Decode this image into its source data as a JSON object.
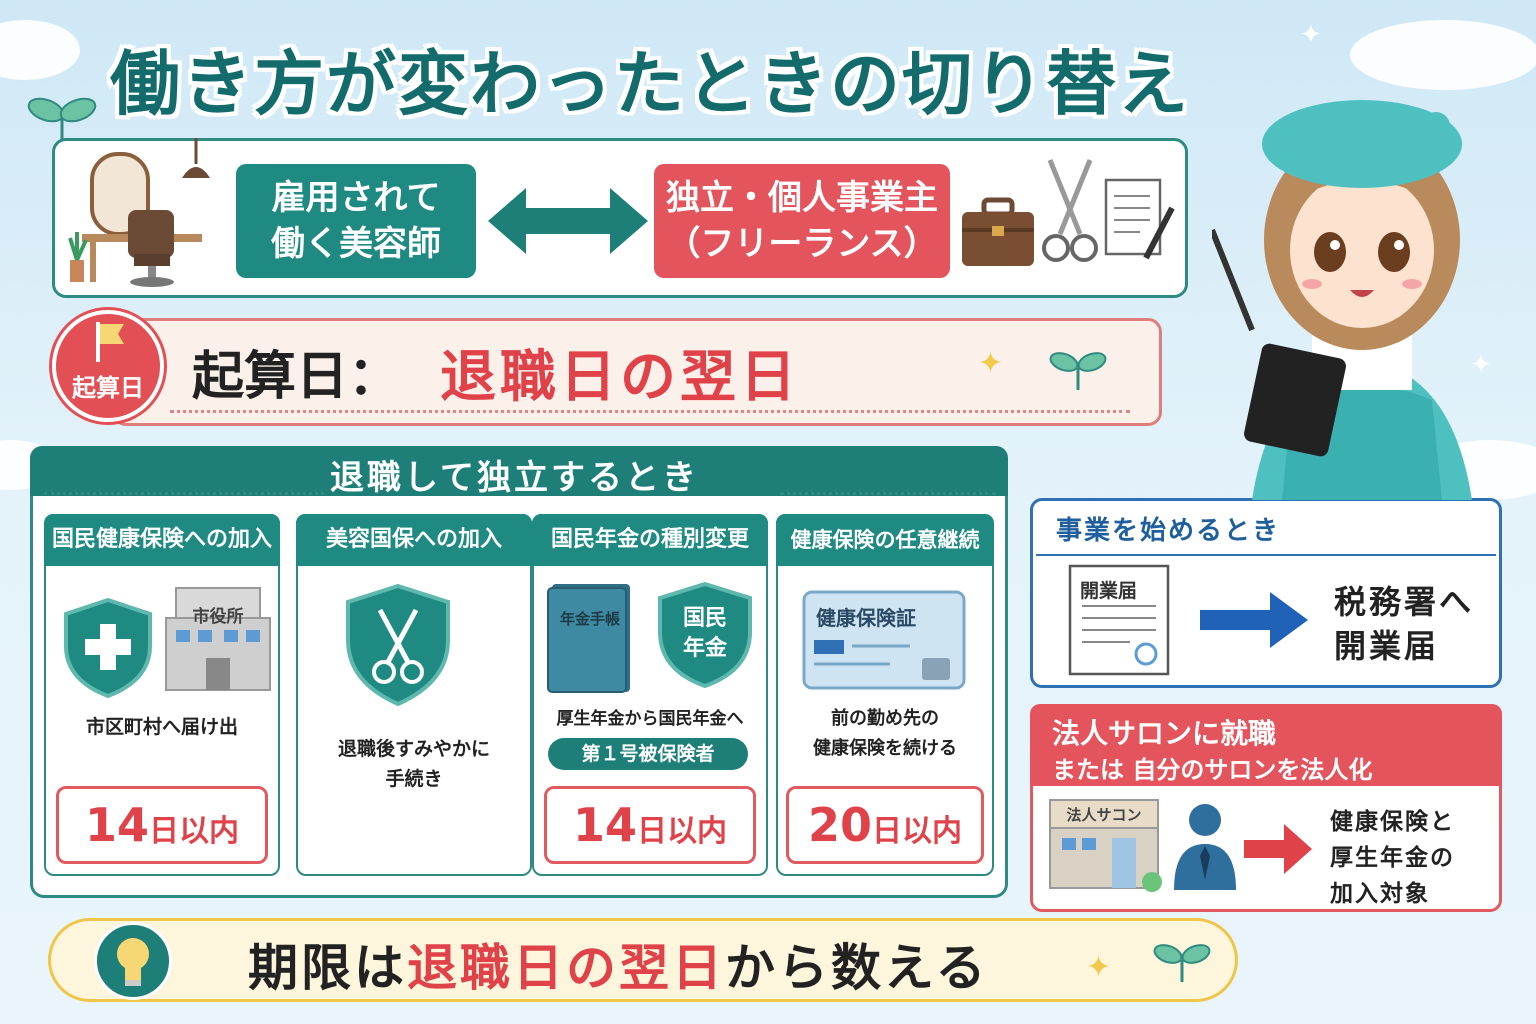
{
  "title": "働き方が変わったときの切り替え",
  "top": {
    "employed_label_1": "雇用されて",
    "employed_label_2": "働く美容師",
    "independent_label_1": "独立・個人事業主",
    "independent_label_2": "（フリーランス）"
  },
  "start_date": {
    "badge": "起算日",
    "label": "起算日：",
    "value": "退職日の翌日"
  },
  "retire_section": {
    "title": "退職して独立するとき",
    "cards": [
      {
        "title": "国民健康保険への加入",
        "sign": "市役所",
        "text": "市区町村へ届け出",
        "deadline_num": "14",
        "deadline_unit": "日以内"
      },
      {
        "title": "美容国保への加入",
        "text_1": "退職後すみやかに",
        "text_2": "手続き"
      },
      {
        "title": "国民年金の種別変更",
        "book": "年金手帳",
        "shield_1": "国民",
        "shield_2": "年金",
        "text": "厚生年金から国民年金へ",
        "chip": "第１号被保険者",
        "deadline_num": "14",
        "deadline_unit": "日以内"
      },
      {
        "title": "健康保険の任意継続",
        "card_label": "健康保険証",
        "text_1": "前の勤め先の",
        "text_2": "健康保険を続ける",
        "deadline_num": "20",
        "deadline_unit": "日以内"
      }
    ]
  },
  "business": {
    "title": "事業を始めるとき",
    "doc": "開業届",
    "text_1": "税務署へ",
    "text_2": "開業届"
  },
  "corporate": {
    "title_1": "法人サロンに就職",
    "title_2": "または 自分のサロンを法人化",
    "sign": "法人サコン",
    "text_1": "健康保険と",
    "text_2": "厚生年金の",
    "text_3": "加入対象"
  },
  "bottom": {
    "prefix": "期限は",
    "highlight": "退職日の翌日",
    "suffix": "から数える"
  },
  "colors": {
    "teal": "#1e8a82",
    "red": "#e3545c",
    "blue": "#2f6fb3",
    "yellow": "#f0c64a"
  }
}
